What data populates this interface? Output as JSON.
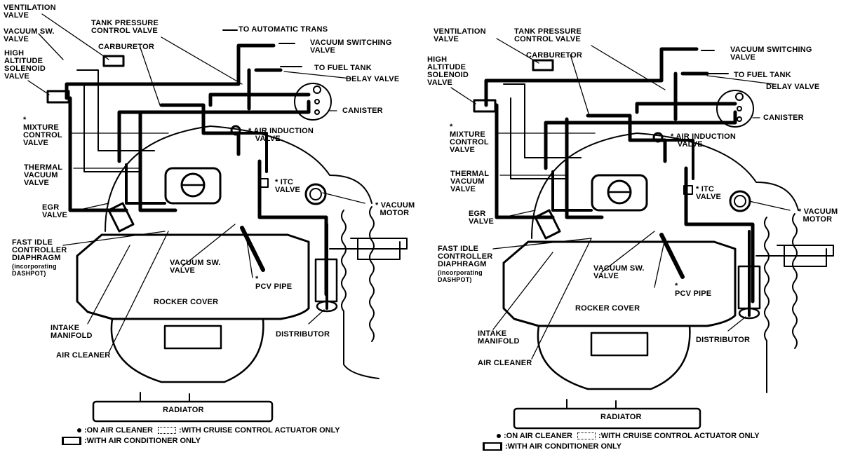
{
  "diagrams": [
    {
      "id": "left",
      "labels": {
        "ventilation_valve": "VENTILATION\nVALVE",
        "vacuum_sw_valve_top": "VACUUM SW.\nVALVE",
        "high_altitude_solenoid_valve": "HIGH\nALTITUDE\nSOLENOID\nVALVE",
        "tank_pressure_control_valve": "TANK PRESSURE\nCONTROL VALVE",
        "carburetor": "CARBURETOR",
        "to_automatic_trans": "TO AUTOMATIC TRANS",
        "vacuum_switching_valve": "VACUUM SWITCHING\nVALVE",
        "to_fuel_tank": "TO FUEL TANK",
        "delay_valve": "DELAY VALVE",
        "canister": "CANISTER",
        "mixture_control_valve": "*\nMIXTURE\nCONTROL\nVALVE",
        "air_induction_valve": "* AIR INDUCTION\n   VALVE",
        "thermal_vacuum_valve": "THERMAL\nVACUUM\nVALVE",
        "itc_valve": "* ITC\nVALVE",
        "egr_valve": "EGR\nVALVE",
        "vacuum_motor": "* VACUUM\n  MOTOR",
        "fast_idle_controller": "FAST IDLE\nCONTROLLER\nDIAPHRAGM",
        "fast_idle_note": "(incorporating\nDASHPOT)",
        "vacuum_sw_valve_bottom": "VACUUM SW.\nVALVE",
        "pcv_pipe": "*\nPCV PIPE",
        "rocker_cover": "ROCKER COVER",
        "intake_manifold": "INTAKE\nMANIFOLD",
        "distributor": "DISTRIBUTOR",
        "air_cleaner": "AIR CLEANER",
        "radiator": "RADIATOR"
      },
      "legend": {
        "on_air_cleaner": ":ON AIR CLEANER",
        "cruise_control": ":WITH CRUISE CONTROL ACTUATOR ONLY",
        "air_conditioner": ":WITH AIR CONDITIONER ONLY"
      }
    },
    {
      "id": "right",
      "labels": {
        "ventilation_valve": "VENTILATION\nVALVE",
        "high_altitude_solenoid_valve": "HIGH\nALTITUDE\nSOLENOID\nVALVE",
        "tank_pressure_control_valve": "TANK PRESSURE\nCONTROL VALVE",
        "carburetor": "CARBURETOR",
        "vacuum_switching_valve": "VACUUM SWITCHING\nVALVE",
        "to_fuel_tank": "TO FUEL TANK",
        "delay_valve": "DELAY VALVE",
        "canister": "CANISTER",
        "mixture_control_valve": "*\nMIXTURE\nCONTROL\nVALVE",
        "air_induction_valve": "* AIR INDUCTION\n   VALVE",
        "thermal_vacuum_valve": "THERMAL\nVACUUM\nVALVE",
        "itc_valve": "* ITC\nVALVE",
        "egr_valve": "EGR\nVALVE",
        "vacuum_motor": "* VACUUM\n  MOTOR",
        "fast_idle_controller": "FAST IDLE\nCONTROLLER\nDIAPHRAGM",
        "fast_idle_note": "(incorporating\nDASHPOT)",
        "vacuum_sw_valve_bottom": "VACUUM SW.\nVALVE",
        "pcv_pipe": "*\nPCV PIPE",
        "rocker_cover": "ROCKER COVER",
        "intake_manifold": "INTAKE\nMANIFOLD",
        "distributor": "DISTRIBUTOR",
        "air_cleaner": "AIR CLEANER",
        "radiator": "RADIATOR"
      },
      "legend": {
        "on_air_cleaner": ":ON AIR CLEANER",
        "cruise_control": ":WITH CRUISE CONTROL ACTUATOR ONLY",
        "air_conditioner": ":WITH AIR CONDITIONER ONLY"
      }
    }
  ]
}
